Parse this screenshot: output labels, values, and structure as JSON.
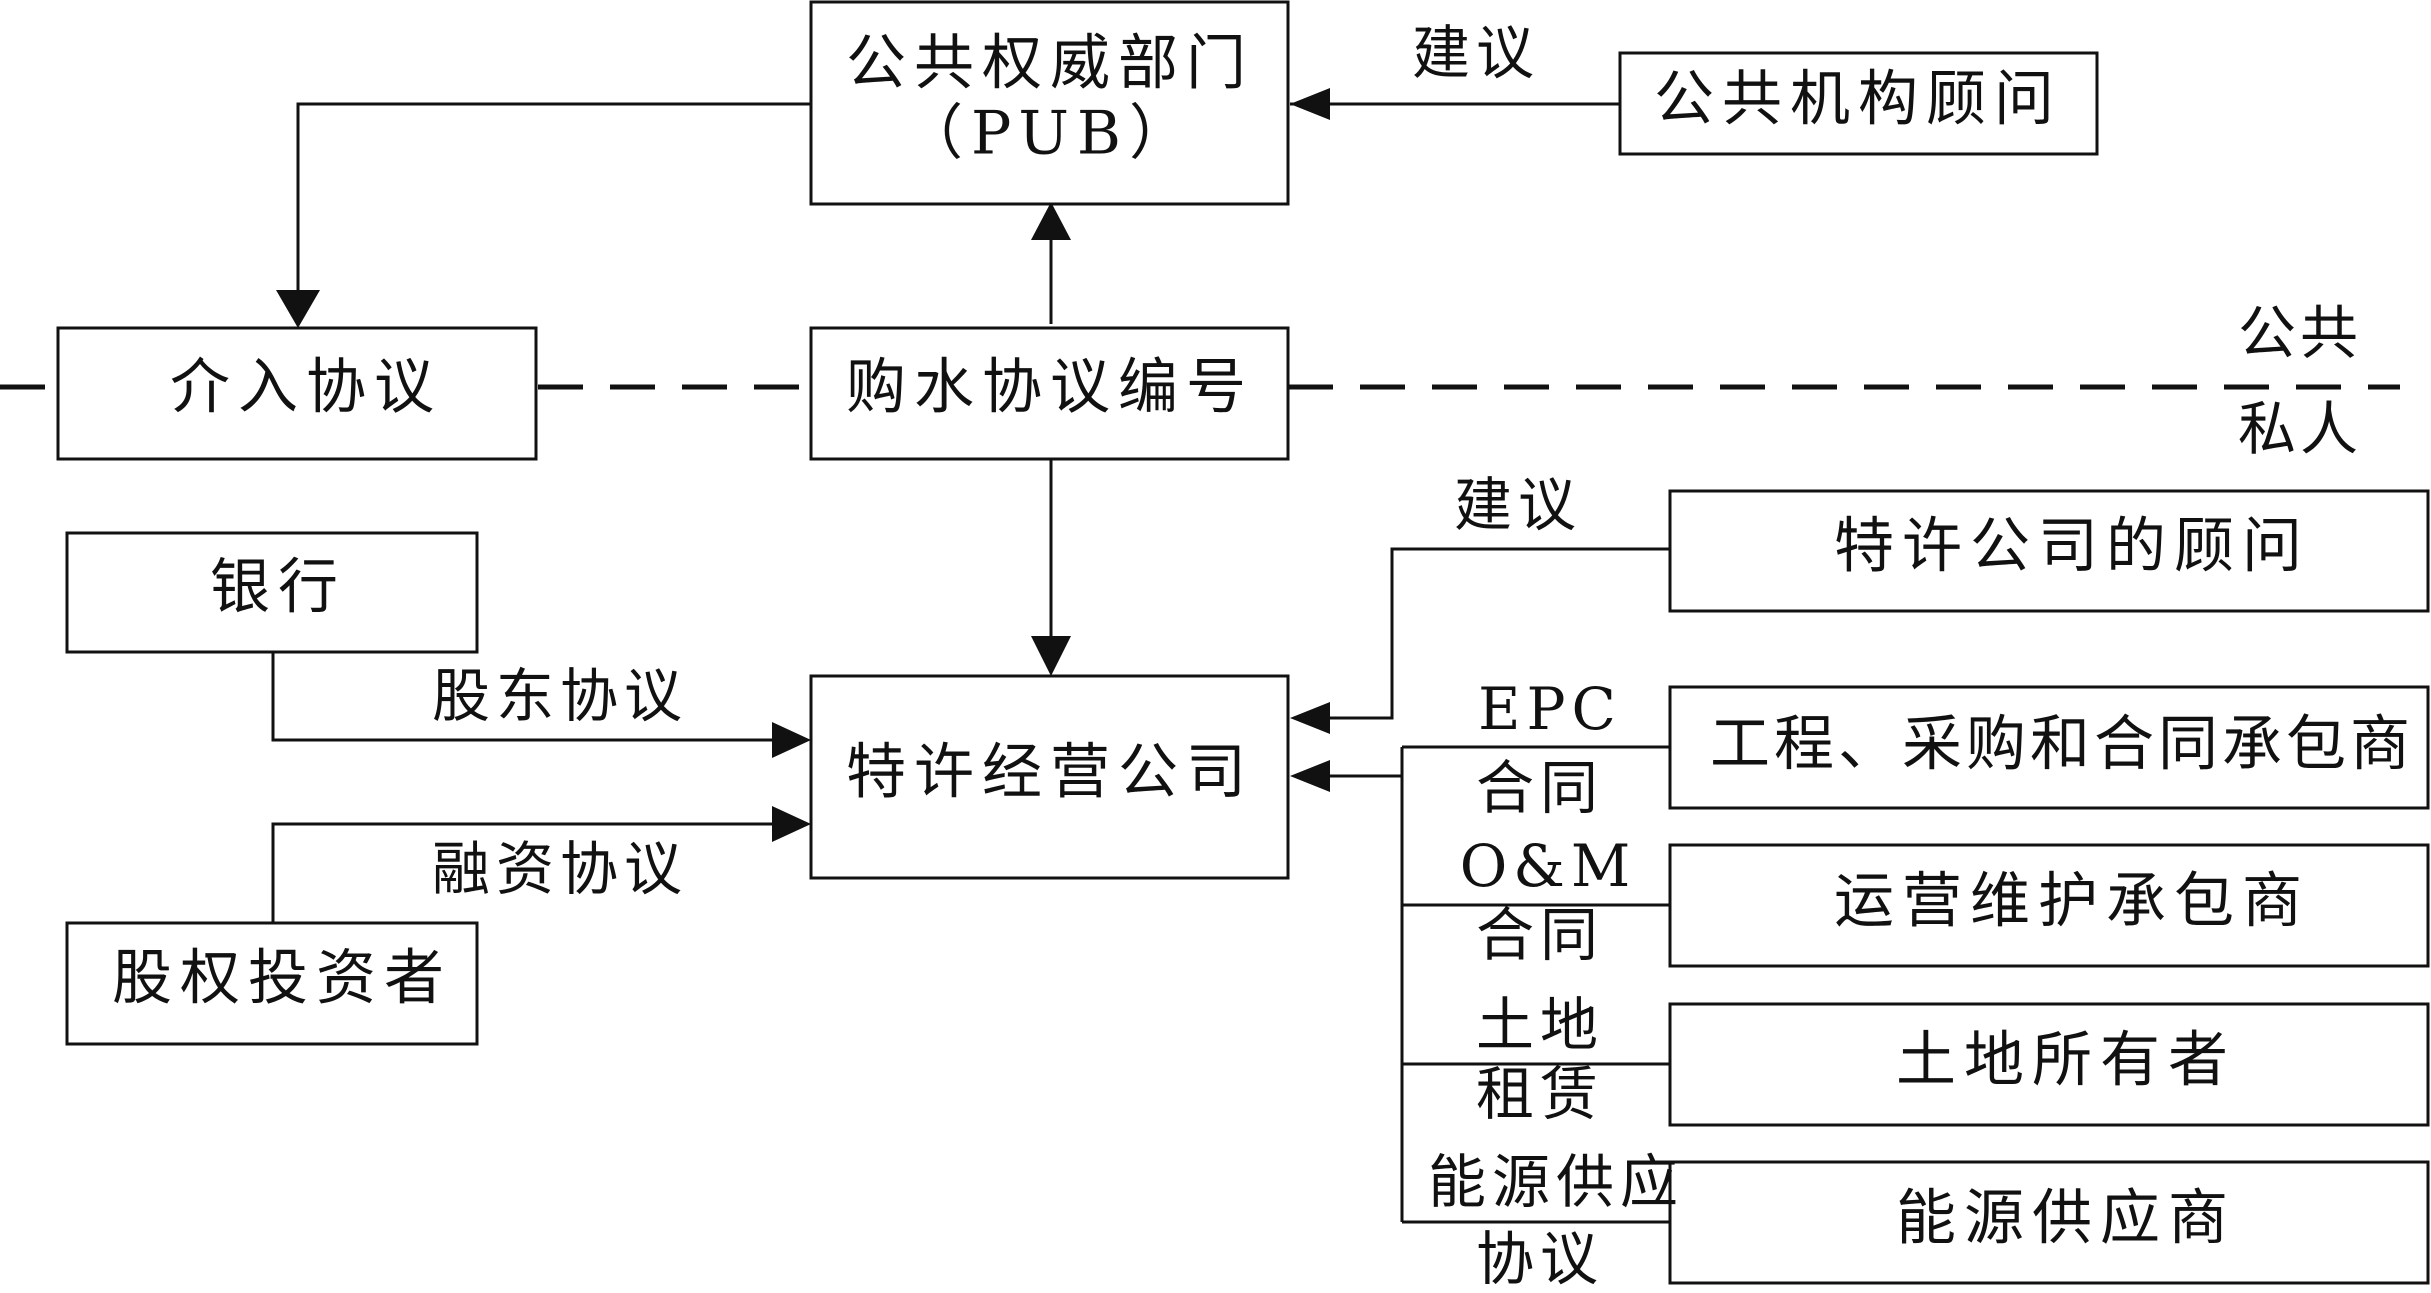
{
  "nodes": {
    "pub_line1": "公共权威部门",
    "pub_line2": "（PUB）",
    "pub_advisor": "公共机构顾问",
    "intervention": "介入协议",
    "water_purchase": "购水协议编号",
    "bank": "银行",
    "concession_company": "特许经营公司",
    "concession_advisor": "特许公司的顾问",
    "equity_investor": "股权投资者",
    "epc_contractor": "工程、采购和合同承包商",
    "om_contractor": "运营维护承包商",
    "land_owner": "土地所有者",
    "energy_supplier": "能源供应商"
  },
  "edge_labels": {
    "pub_advice": "建议",
    "concession_advice": "建议",
    "shareholder": "股东协议",
    "financing": "融资协议",
    "epc_1": "EPC",
    "epc_2": "合同",
    "om_1": "O&M",
    "om_2": "合同",
    "land_1": "土地",
    "land_2": "租赁",
    "energy_1": "能源供应",
    "energy_2": "协议"
  },
  "divider": {
    "public": "公共",
    "private": "私人"
  }
}
